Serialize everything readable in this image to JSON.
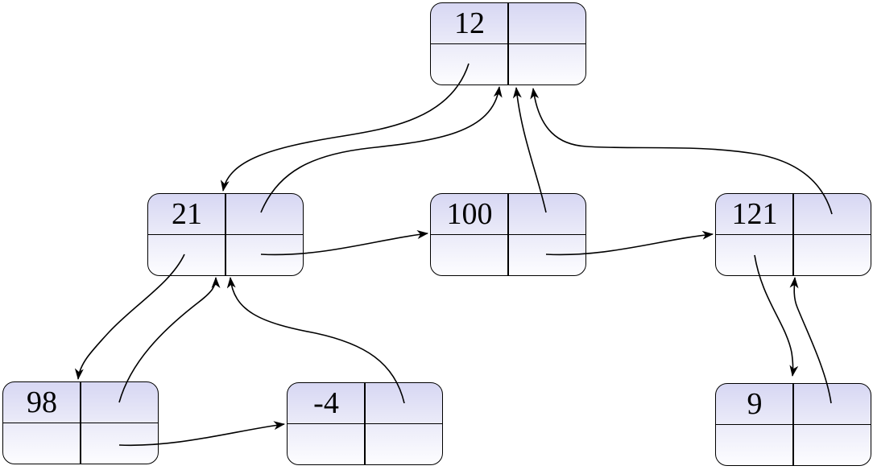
{
  "diagram": {
    "description": "Linked heap/tree structure: each node is a 2x2 record; value in top-left cell; bottom-left cell points to first child, bottom-right cell points to next sibling, top-right cell points back to parent.",
    "colors": {
      "node_fill_top": "#d7d7f3",
      "node_fill_bottom": "#fdfdff",
      "stroke": "#000000",
      "background": "#ffffff"
    },
    "nodes": [
      {
        "id": "12",
        "value": "12"
      },
      {
        "id": "21",
        "value": "21"
      },
      {
        "id": "100",
        "value": "100"
      },
      {
        "id": "121",
        "value": "121"
      },
      {
        "id": "98",
        "value": "98"
      },
      {
        "id": "-4",
        "value": "-4"
      },
      {
        "id": "9",
        "value": "9"
      }
    ],
    "edges": [
      {
        "from": "12",
        "from_cell": "bottom-left",
        "to": "21",
        "to_side": "top"
      },
      {
        "from": "21",
        "from_cell": "top-right",
        "to": "12",
        "to_side": "bottom"
      },
      {
        "from": "100",
        "from_cell": "top-right",
        "to": "12",
        "to_side": "bottom"
      },
      {
        "from": "121",
        "from_cell": "top-right",
        "to": "12",
        "to_side": "bottom"
      },
      {
        "from": "21",
        "from_cell": "bottom-right",
        "to": "100",
        "to_side": "left"
      },
      {
        "from": "100",
        "from_cell": "bottom-right",
        "to": "121",
        "to_side": "left"
      },
      {
        "from": "21",
        "from_cell": "bottom-left",
        "to": "98",
        "to_side": "top"
      },
      {
        "from": "98",
        "from_cell": "top-right",
        "to": "21",
        "to_side": "bottom"
      },
      {
        "from": "-4",
        "from_cell": "top-right",
        "to": "21",
        "to_side": "bottom"
      },
      {
        "from": "98",
        "from_cell": "bottom-right",
        "to": "-4",
        "to_side": "left"
      },
      {
        "from": "121",
        "from_cell": "bottom-left",
        "to": "9",
        "to_side": "top"
      },
      {
        "from": "9",
        "from_cell": "top-right",
        "to": "121",
        "to_side": "bottom"
      }
    ]
  }
}
